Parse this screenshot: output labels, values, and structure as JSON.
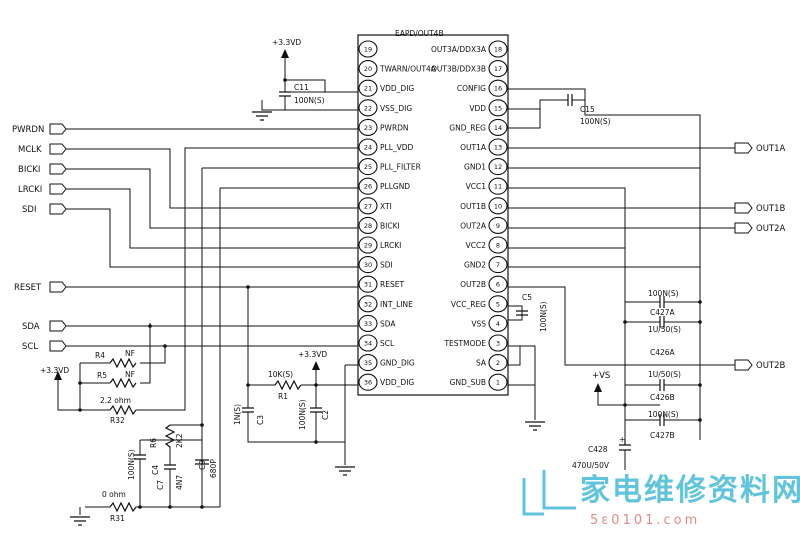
{
  "supply": {
    "v33": "+3.3VD",
    "vs": "+VS"
  },
  "ic": {
    "top_label": "EAPD/OUT4B",
    "left_pins": [
      {
        "num": "19",
        "label": ""
      },
      {
        "num": "20",
        "label": "TWARN/OUT4A"
      },
      {
        "num": "21",
        "label": "VDD_DIG"
      },
      {
        "num": "22",
        "label": "VSS_DIG"
      },
      {
        "num": "23",
        "label": "PWRDN"
      },
      {
        "num": "24",
        "label": "PLL_VDD"
      },
      {
        "num": "25",
        "label": "PLL_FILTER"
      },
      {
        "num": "26",
        "label": "PLLGND"
      },
      {
        "num": "27",
        "label": "XTI"
      },
      {
        "num": "28",
        "label": "BICKI"
      },
      {
        "num": "29",
        "label": "LRCKI"
      },
      {
        "num": "30",
        "label": "SDI"
      },
      {
        "num": "31",
        "label": "RESET"
      },
      {
        "num": "32",
        "label": "INT_LINE"
      },
      {
        "num": "33",
        "label": "SDA"
      },
      {
        "num": "34",
        "label": "SCL"
      },
      {
        "num": "35",
        "label": "GND_DIG"
      },
      {
        "num": "36",
        "label": "VDD_DIG"
      }
    ],
    "right_pins": [
      {
        "num": "18",
        "label": "OUT3A/DDX3A"
      },
      {
        "num": "17",
        "label": "OUT3B/DDX3B"
      },
      {
        "num": "16",
        "label": "CONFIG"
      },
      {
        "num": "15",
        "label": "VDD"
      },
      {
        "num": "14",
        "label": "GND_REG"
      },
      {
        "num": "13",
        "label": "OUT1A"
      },
      {
        "num": "12",
        "label": "GND1"
      },
      {
        "num": "11",
        "label": "VCC1"
      },
      {
        "num": "10",
        "label": "OUT1B"
      },
      {
        "num": "9",
        "label": "OUT2A"
      },
      {
        "num": "8",
        "label": "VCC2"
      },
      {
        "num": "7",
        "label": "GND2"
      },
      {
        "num": "6",
        "label": "OUT2B"
      },
      {
        "num": "5",
        "label": "VCC_REG"
      },
      {
        "num": "4",
        "label": "VSS"
      },
      {
        "num": "3",
        "label": "TESTMODE"
      },
      {
        "num": "2",
        "label": "SA"
      },
      {
        "num": "1",
        "label": "GND_SUB"
      }
    ]
  },
  "inputs": [
    "PWRDN",
    "MCLK",
    "BICKI",
    "LRCKI",
    "SDI",
    "RESET",
    "SDA",
    "SCL"
  ],
  "outputs": [
    "OUT1A",
    "OUT1B",
    "OUT2A",
    "OUT2B"
  ],
  "components": {
    "c11": {
      "ref": "C11",
      "value": "100N(S)"
    },
    "c15": {
      "ref": "C15",
      "value": "100N(S)"
    },
    "c5": {
      "ref": "C5",
      "value": "100N(S)"
    },
    "r4": {
      "ref": "R4",
      "value": "NF"
    },
    "r5": {
      "ref": "R5",
      "value": "NF"
    },
    "r32": {
      "ref": "R32",
      "value": "2.2 ohm"
    },
    "r31": {
      "ref": "R31",
      "value": "0 ohm"
    },
    "r1": {
      "ref": "R1",
      "value": "10K(S)"
    },
    "c3": {
      "ref": "C3",
      "value": "1N(S)"
    },
    "c2": {
      "ref": "C2",
      "value": "100N(S)"
    },
    "c4": {
      "ref": "C4",
      "value": "100N(S)"
    },
    "r6": {
      "ref": "R6",
      "value": "2K2"
    },
    "c7": {
      "ref": "C7",
      "value": "4N7"
    },
    "c9": {
      "ref": "C9",
      "value": "680P"
    },
    "c427a": {
      "ref": "C427A",
      "value": "100N(S)"
    },
    "c426a": {
      "ref": "C426A",
      "value": "1U/50(S)"
    },
    "c426b": {
      "ref": "C426B",
      "value": "1U/50(S)"
    },
    "c427b": {
      "ref": "C427B",
      "value": "100N(S)"
    },
    "c428": {
      "ref": "C428",
      "value": "470U/50V"
    }
  },
  "watermark": {
    "text": "家电维修资料网",
    "url": "5ɛ0101.com"
  }
}
